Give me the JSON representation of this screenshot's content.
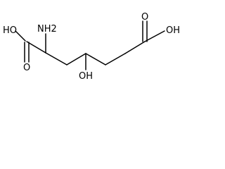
{
  "molecule": {
    "labels": {
      "left_hydroxyl": "HO",
      "amine": "NH2",
      "hydroxyl": "OH",
      "right_hydroxyl": "OH",
      "left_carbonyl_oxygen": "O",
      "right_carbonyl_oxygen": "O"
    }
  }
}
